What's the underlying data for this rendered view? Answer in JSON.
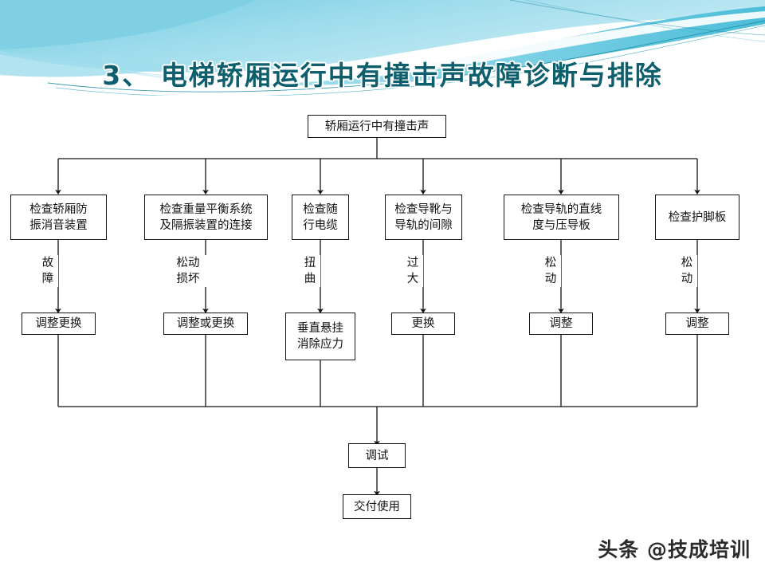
{
  "slide": {
    "title": "3、 电梯轿厢运行中有撞击声故障诊断与排除",
    "watermark": "头条 @技成培训",
    "colors": {
      "title_text": "#0d5f6e",
      "banner_primary": "#7fd0e3",
      "banner_secondary": "#b9e6f0",
      "banner_accent": "#1e8ba5",
      "node_border": "#141414",
      "node_text": "#111111",
      "background": "#ffffff"
    }
  },
  "flowchart": {
    "root": {
      "label": "轿厢运行中有撞击声"
    },
    "branches": [
      {
        "check": "检查轿厢防\n振消音装置",
        "fault": "故\n障",
        "action": "调整更换"
      },
      {
        "check": "检查重量平衡系统\n及隔振装置的连接",
        "fault": "松动\n损坏",
        "action": "调整或更换"
      },
      {
        "check": "检查随\n行电缆",
        "fault": "扭\n曲",
        "action": "垂直悬挂\n消除应力"
      },
      {
        "check": "检查导靴与\n导轨的间隙",
        "fault": "过\n大",
        "action": "更换"
      },
      {
        "check": "检查导轨的直线\n度与压导板",
        "fault": "松\n动",
        "action": "调整"
      },
      {
        "check": "检查护脚板",
        "fault": "松\n动",
        "action": "调整"
      }
    ],
    "merge": [
      {
        "label": "调试"
      },
      {
        "label": "交付使用"
      }
    ]
  }
}
